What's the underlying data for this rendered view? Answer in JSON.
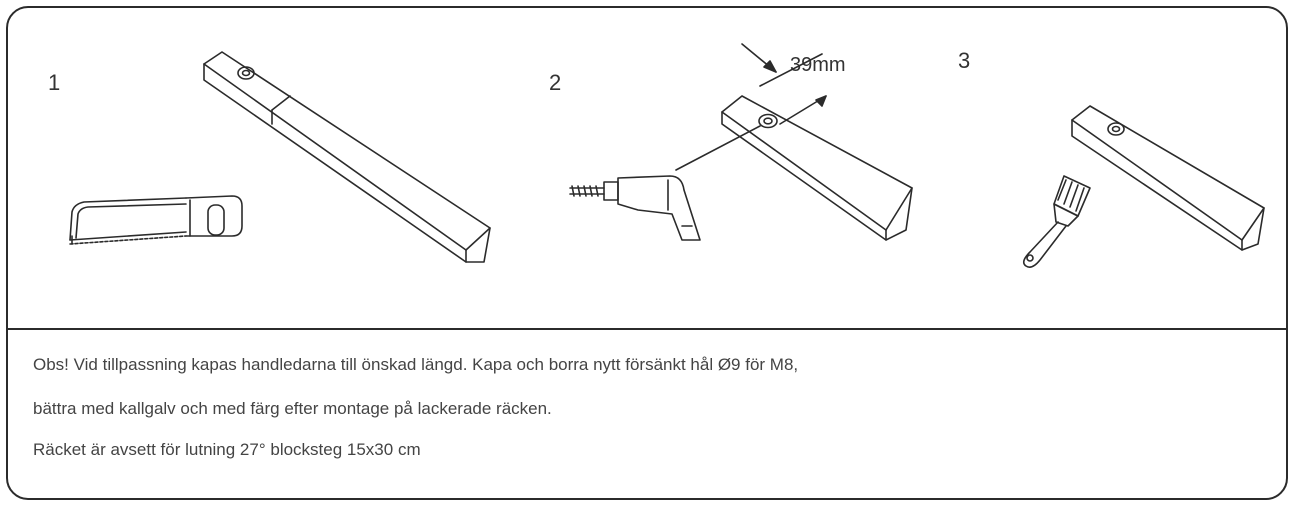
{
  "steps": [
    "1",
    "2",
    "3"
  ],
  "dimension_label": "39mm",
  "notes": [
    "Obs! Vid tillpassning kapas handledarna till önskad längd. Kapa och borra nytt försänkt hål Ø9 för M8,",
    "bättra med kallgalv och med färg efter montage på lackerade räcken.",
    "Räcket är avsett för lutning 27° blocksteg 15x30 cm"
  ],
  "colors": {
    "stroke": "#2b2b2b",
    "text": "#444444"
  },
  "icons": [
    "hacksaw-icon",
    "drill-icon",
    "paintbrush-icon"
  ]
}
